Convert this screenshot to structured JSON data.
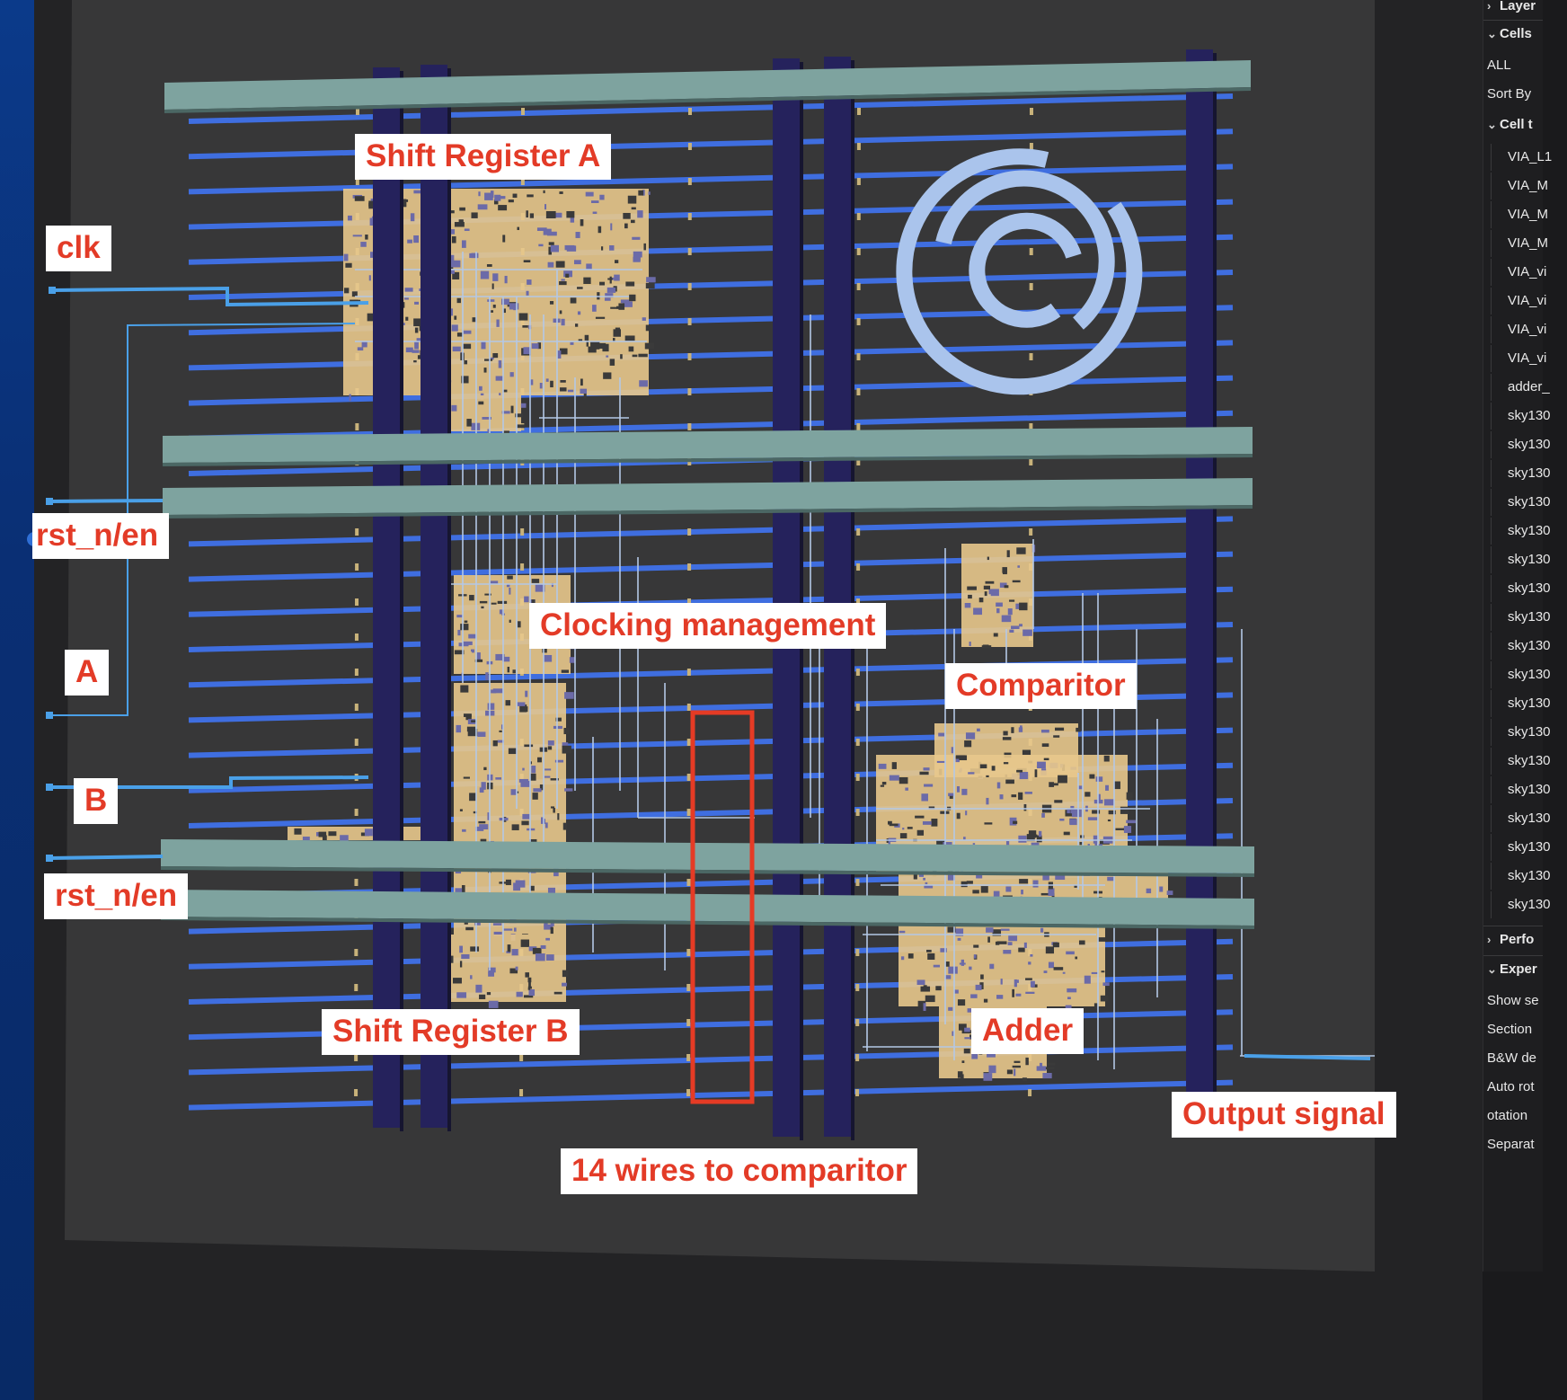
{
  "labels": {
    "shift_register_a": "Shift Register A",
    "clk": "clk",
    "rst_n_en_top": "rst_n/en",
    "a": "A",
    "b": "B",
    "rst_n_en_bottom": "rst_n/en",
    "clocking_management": "Clocking management",
    "comparitor": "Comparitor",
    "shift_register_b": "Shift Register B",
    "adder": "Adder",
    "output_signal": "Output signal",
    "wires_to_comparitor": "14 wires to comparitor"
  },
  "sidebar": {
    "layers_header": "Layer",
    "cells_header": "Cells",
    "all": "ALL",
    "sort_by": "Sort By",
    "cell_header": "Cell t",
    "cells": [
      "VIA_L1",
      "VIA_M",
      "VIA_M",
      "VIA_M",
      "VIA_vi",
      "VIA_vi",
      "VIA_vi",
      "VIA_vi",
      "adder_",
      "sky130",
      "sky130",
      "sky130",
      "sky130",
      "sky130",
      "sky130",
      "sky130",
      "sky130",
      "sky130",
      "sky130",
      "sky130",
      "sky130",
      "sky130",
      "sky130",
      "sky130",
      "sky130",
      "sky130",
      "sky130"
    ],
    "performance_header": "Perfo",
    "experimental_header": "Exper",
    "experimental_items": [
      "Show se",
      "Section",
      "B&W de",
      "Auto rot",
      "otation",
      "Separat"
    ]
  },
  "colors": {
    "metal_stripe": "#3f6ee0",
    "power_rail": "#7ea39f",
    "vertical_strap": "#25225c",
    "cell_fill": "#e8c88c",
    "via_logo": "#aac4ec",
    "highlight_box": "#e53b25"
  }
}
